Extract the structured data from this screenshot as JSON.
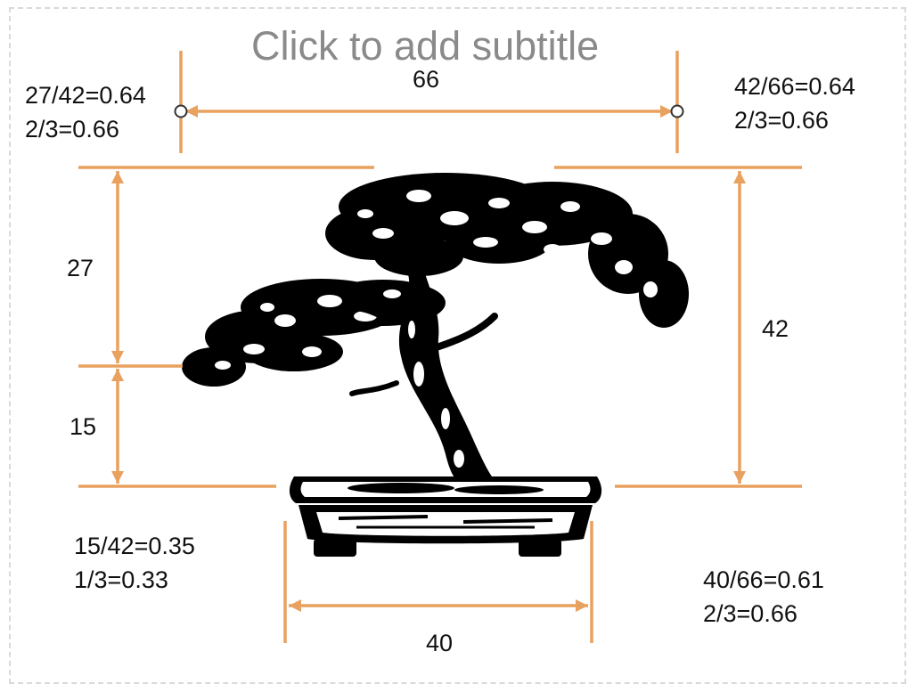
{
  "slide": {
    "subtitle_placeholder": "Click to add subtitle",
    "accent_color": "#e8a15f",
    "subtitle_color": "#8a8a8a"
  },
  "dimensions": {
    "top_width": "66",
    "bottom_width": "40",
    "upper_height": "27",
    "lower_height": "15",
    "total_height": "42"
  },
  "ratios": {
    "top_left": {
      "line1": "27/42=0.64",
      "line2": "2/3=0.66"
    },
    "top_right": {
      "line1": "42/66=0.64",
      "line2": "2/3=0.66"
    },
    "bottom_left": {
      "line1": "15/42=0.35",
      "line2": "1/3=0.33"
    },
    "bottom_right": {
      "line1": "40/66=0.61",
      "line2": "2/3=0.66"
    }
  },
  "illustration": {
    "icon": "bonsai-tree-icon"
  }
}
